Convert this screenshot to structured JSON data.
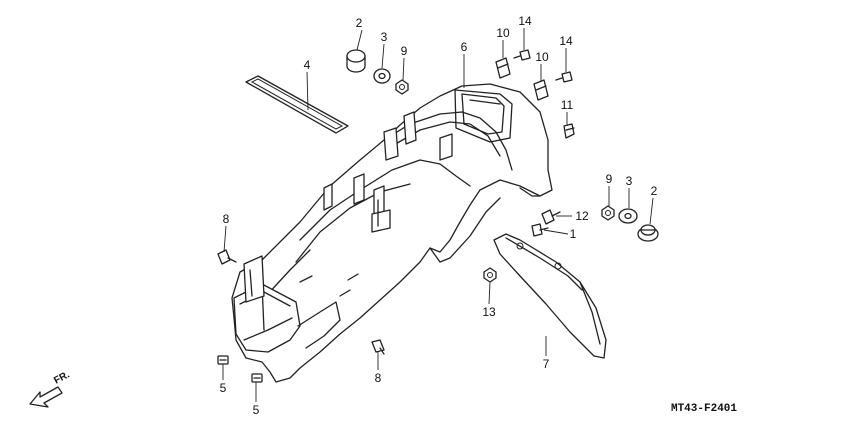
{
  "callouts": {
    "c1": "1",
    "c2a": "2",
    "c2b": "2",
    "c3a": "3",
    "c3b": "3",
    "c4": "4",
    "c5a": "5",
    "c5b": "5",
    "c6": "6",
    "c7": "7",
    "c8a": "8",
    "c8b": "8",
    "c9a": "9",
    "c9b": "9",
    "c10a": "10",
    "c10b": "10",
    "c11": "11",
    "c12": "12",
    "c13": "13",
    "c14a": "14",
    "c14b": "14"
  },
  "direction_label": "FR.",
  "drawing_code": "MT43-F2401"
}
